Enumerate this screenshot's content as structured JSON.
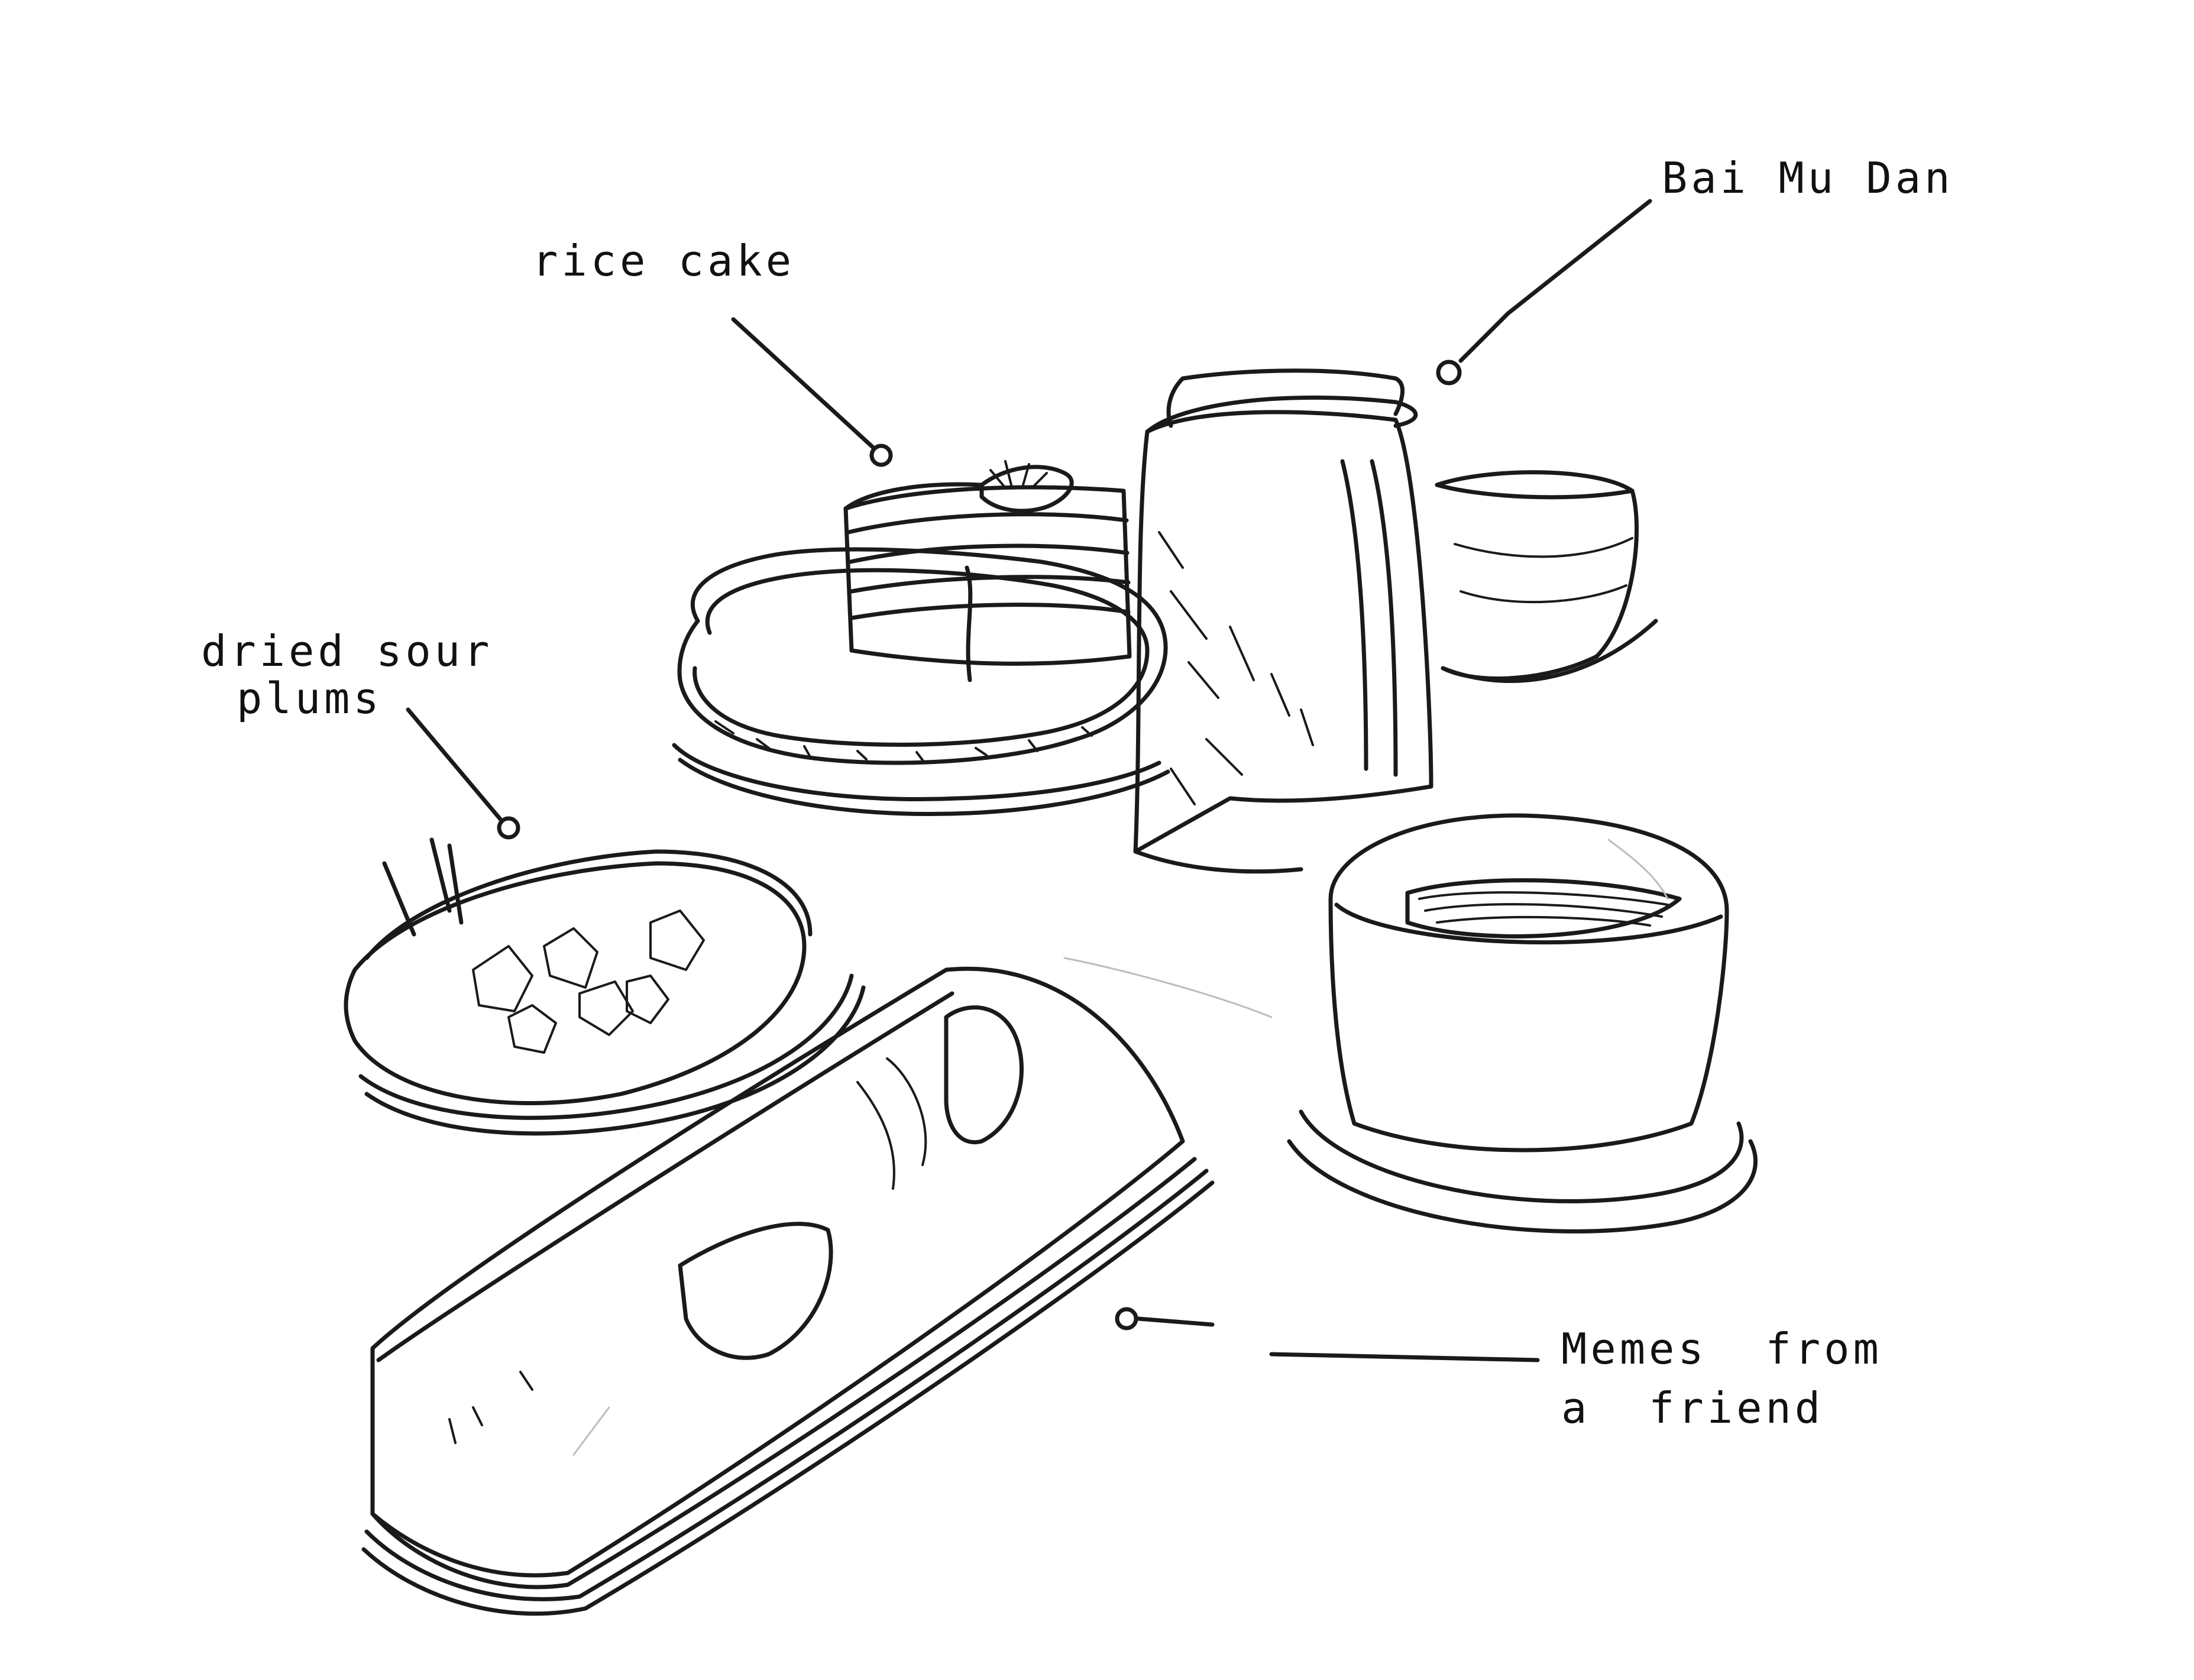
{
  "labels": {
    "rice_cake": "rice cake",
    "bai_mu_dan": "Bai Mu Dan",
    "dried_sour_plums_line1": "dried sour",
    "dried_sour_plums_line2": "plums",
    "memes_line1": "Memes  from",
    "memes_line2": "a  friend"
  },
  "colors": {
    "ink": "#1a1a1a",
    "paper": "#ffffff"
  }
}
